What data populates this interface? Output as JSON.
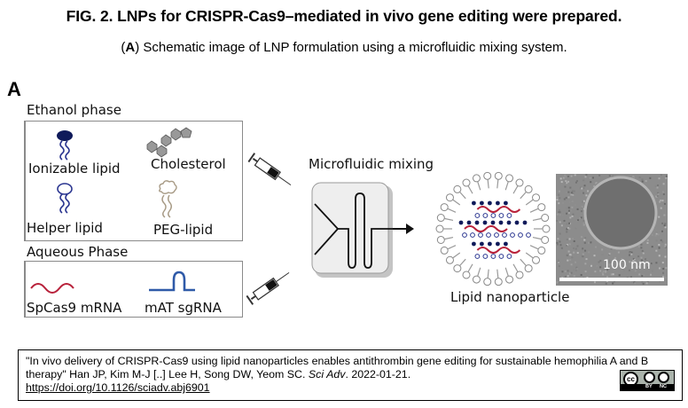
{
  "figure": {
    "title": "FIG. 2. LNPs for CRISPR-Cas9–mediated in vivo gene editing were prepared.",
    "subtitle_panel": "A",
    "subtitle_text": ") Schematic image of LNP formulation using a microfluidic mixing system.",
    "subtitle_open": "("
  },
  "panel": {
    "letter": "A",
    "ethanol_phase": {
      "heading": "Ethanol phase",
      "items": [
        {
          "label": "Ionizable lipid",
          "icon": "ionizable-lipid-icon"
        },
        {
          "label": "Cholesterol",
          "icon": "cholesterol-icon"
        },
        {
          "label": "Helper lipid",
          "icon": "helper-lipid-icon"
        },
        {
          "label": "PEG-lipid",
          "icon": "peg-lipid-icon"
        }
      ]
    },
    "aqueous_phase": {
      "heading": "Aqueous Phase",
      "items": [
        {
          "label": "SpCas9 mRNA",
          "icon": "mrna-wave-icon"
        },
        {
          "label": "mAT sgRNA",
          "icon": "sgrna-loop-icon"
        }
      ]
    },
    "mixing_label": "Microfluidic mixing",
    "nanoparticle_label": "Lipid nanoparticle",
    "scale_bar_label": "100 nm",
    "colors": {
      "ionizable": "#0f1a5a",
      "helper": "#2a3590",
      "cholesterol": "#9a9a9a",
      "peg": "#a79a85",
      "mrna": "#b8213a",
      "sgrna": "#2f5aa8"
    }
  },
  "citation": {
    "text_line1": "\"In vivo delivery of CRISPR-Cas9 using lipid nanoparticles enables antithrombin gene editing for sustainable hemophilia A and B",
    "text_line2_pre": "therapy\" Han JP, Kim M-J [..] Lee H, Song DW, Yeom SC. ",
    "journal": "Sci Adv",
    "text_line2_post": ". 2022-01-21.",
    "doi_link": "https://doi.org/10.1126/sciadv.abj6901",
    "license": {
      "cc": "cc",
      "by": "BY",
      "nc": "NC"
    }
  }
}
